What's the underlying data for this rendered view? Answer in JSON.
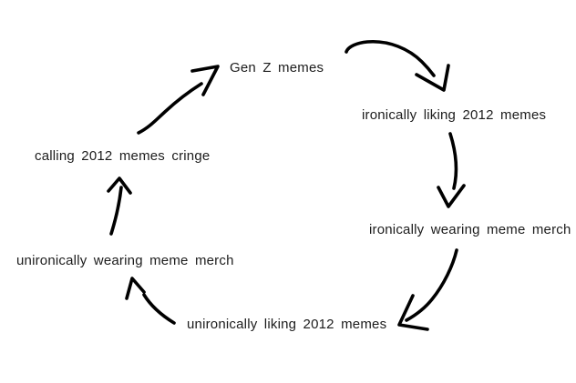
{
  "diagram": {
    "type": "cycle",
    "nodes": [
      {
        "id": "gen-z-memes",
        "label": "Gen Z memes"
      },
      {
        "id": "ironically-liking-2012-memes",
        "label": "ironically liking 2012 memes"
      },
      {
        "id": "ironically-wearing-meme-merch",
        "label": "ironically wearing meme merch"
      },
      {
        "id": "unironically-liking-2012-memes",
        "label": "unironically liking 2012 memes"
      },
      {
        "id": "unironically-wearing-meme-merch",
        "label": "unironically wearing meme merch"
      },
      {
        "id": "calling-2012-memes-cringe",
        "label": "calling 2012 memes cringe"
      }
    ],
    "edges": [
      {
        "from": "Gen Z memes",
        "to": "ironically liking 2012 memes"
      },
      {
        "from": "ironically liking 2012 memes",
        "to": "ironically wearing meme merch"
      },
      {
        "from": "ironically wearing meme merch",
        "to": "unironically liking 2012 memes"
      },
      {
        "from": "unironically liking 2012 memes",
        "to": "unironically wearing meme merch"
      },
      {
        "from": "unironically wearing meme merch",
        "to": "calling 2012 memes cringe"
      },
      {
        "from": "calling 2012 memes cringe",
        "to": "Gen Z memes"
      }
    ],
    "colors": {
      "ink": "#000000",
      "text": "#1c1c1c",
      "background": "#ffffff"
    }
  }
}
